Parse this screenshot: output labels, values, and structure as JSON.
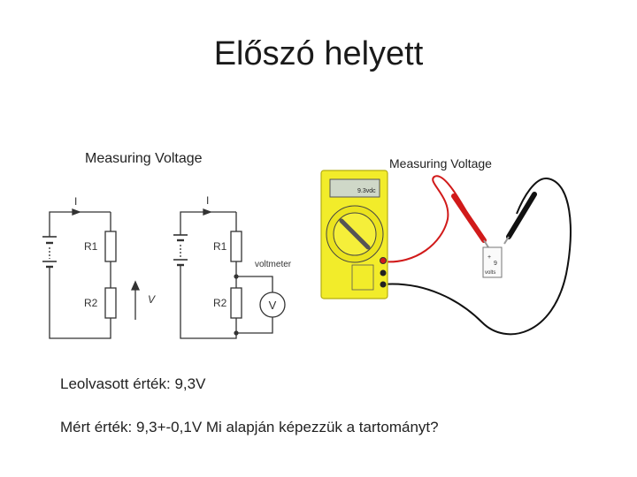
{
  "slide": {
    "title": "Előszó helyett",
    "reading_caption": "Leolvasott érték: 9,3V",
    "measured_caption": "Mért érték: 9,3+-0,1V   Mi alapján képezzük a tartományt?"
  },
  "circuit_figure": {
    "title": "Measuring Voltage",
    "current_label_1": "I",
    "current_label_2": "I",
    "r1_label_1": "R1",
    "r2_label_1": "R2",
    "r1_label_2": "R1",
    "r2_label_2": "R2",
    "voltage_label": "V",
    "voltmeter_label": "voltmeter",
    "voltmeter_symbol": "V"
  },
  "multimeter_figure": {
    "title": "Measuring Voltage",
    "display_reading": "9.3vdc",
    "battery_label": "volts",
    "battery_plus": "+",
    "battery_value": "9"
  },
  "colors": {
    "meter_body": "#f2ec2a",
    "probe_red": "#d11a1a",
    "probe_black": "#111111"
  }
}
